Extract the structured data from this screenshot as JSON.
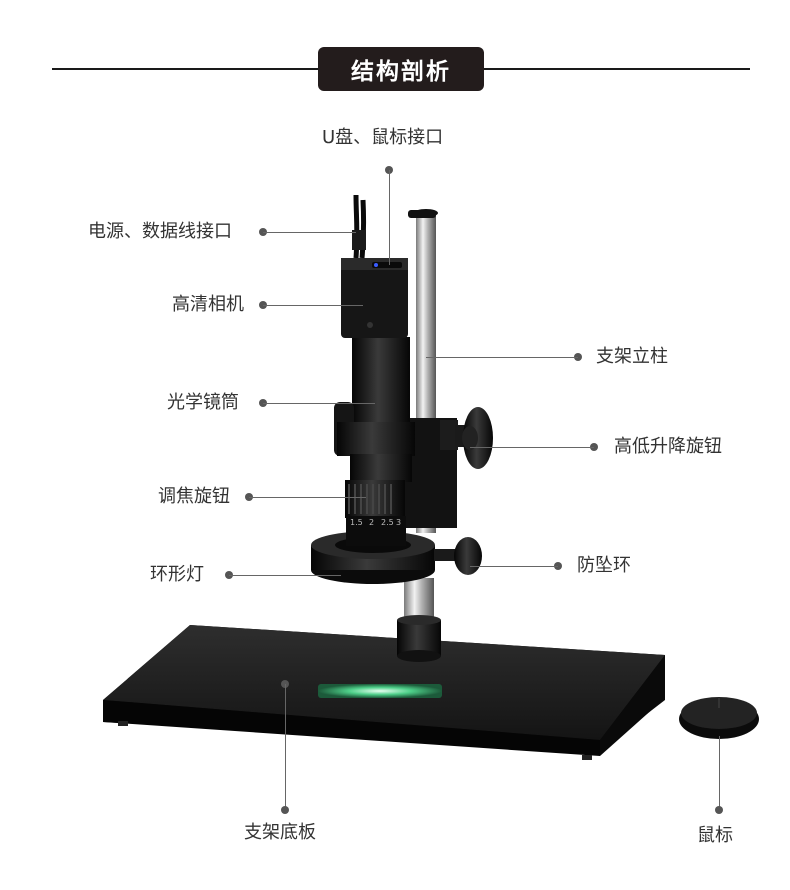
{
  "title": "结构剖析",
  "labels": {
    "usb": "U盘、鼠标接口",
    "power": "电源、数据线接口",
    "camera": "高清相机",
    "lens": "光学镜筒",
    "focus": "调焦旋钮",
    "ring": "环形灯",
    "pillar": "支架立柱",
    "lift": "高低升降旋钮",
    "anti_fall": "防坠环",
    "base": "支架底板",
    "mouse": "鼠标"
  },
  "lens_scale": [
    "1.5",
    "2",
    "2.5",
    "3"
  ],
  "colors": {
    "title_bg": "#231c1c",
    "device": "#141414",
    "leader": "#666666",
    "glow": "#4fd08a"
  }
}
